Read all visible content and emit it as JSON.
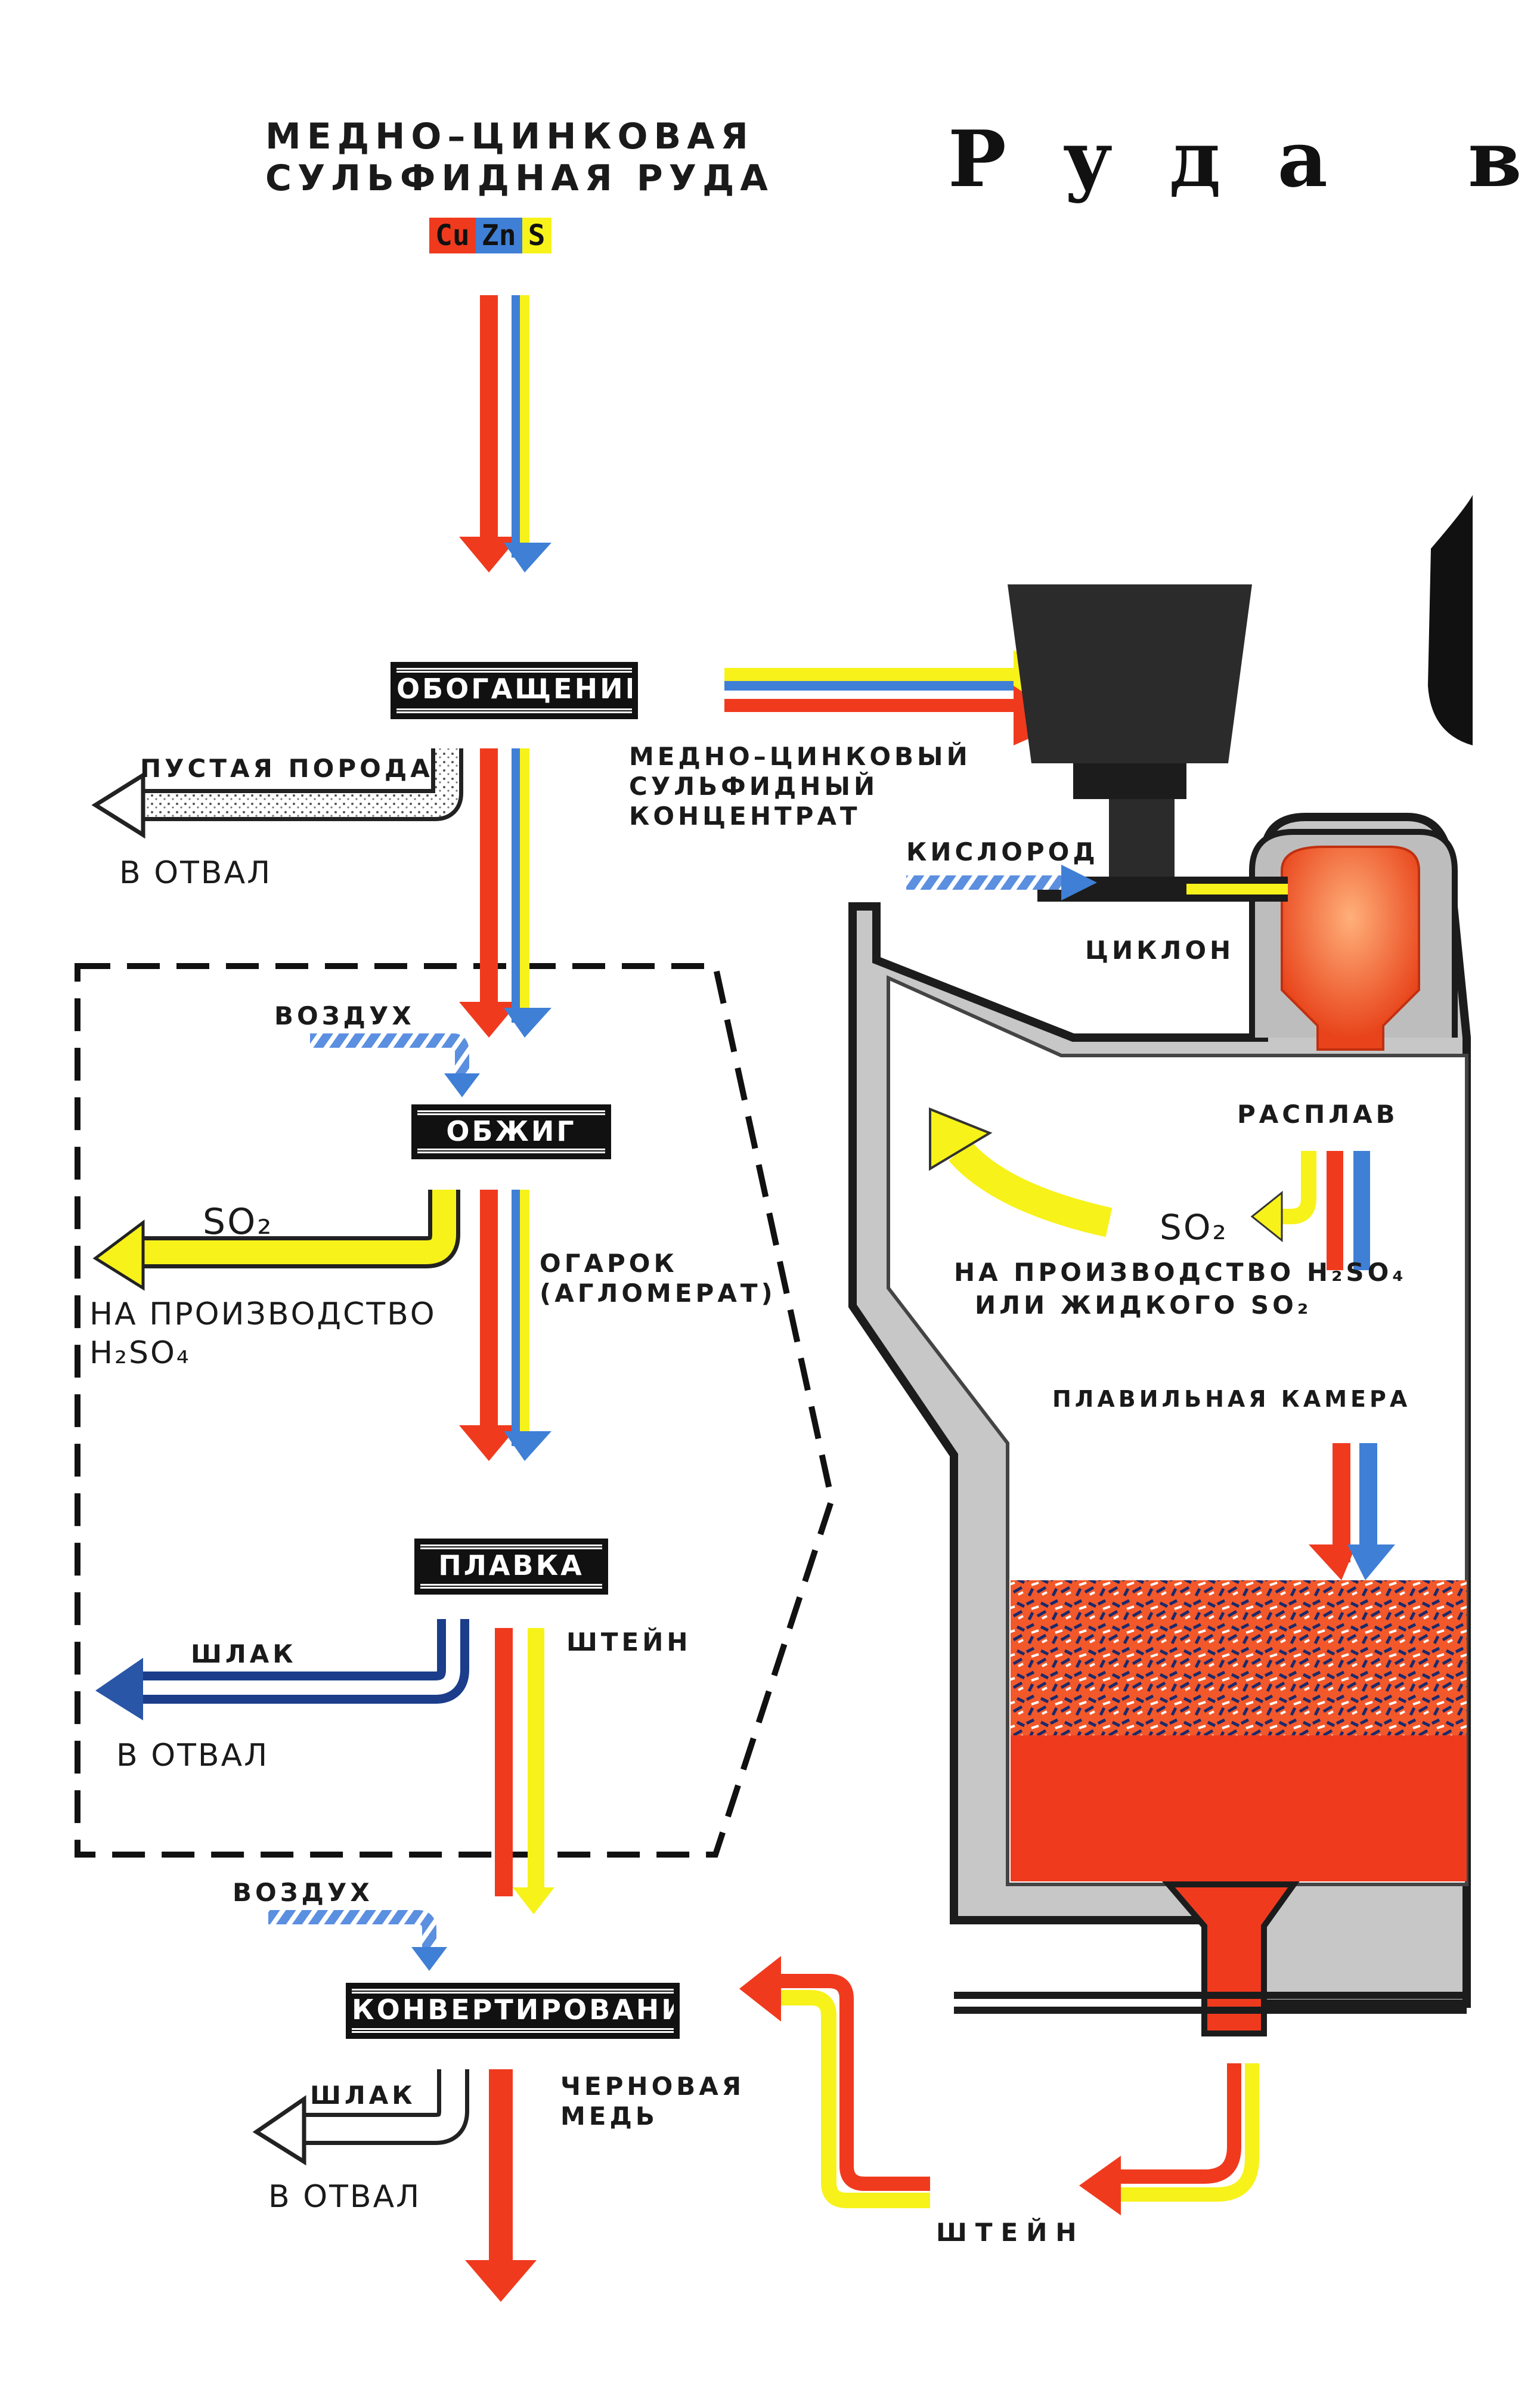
{
  "title": "Руда в",
  "ore": {
    "line1": "МЕДНО–ЦИНКОВАЯ",
    "line2": "СУЛЬФИДНАЯ  РУДА",
    "elements": [
      {
        "symbol": "Cu",
        "color": "#f03a1e"
      },
      {
        "symbol": "Zn",
        "color": "#3f7fd6"
      },
      {
        "symbol": "S",
        "color": "#f7f21a"
      }
    ]
  },
  "stages": {
    "beneficiation": "ОБОГАЩЕНИЕ",
    "roasting": "ОБЖИГ",
    "smelting": "ПЛАВКА",
    "converting": "КОНВЕРТИРОВАНИЕ"
  },
  "labels": {
    "gangue": "ПУСТАЯ  ПОРОДА",
    "to_dump_1": "В ОТВАЛ",
    "concentrate_1": "МЕДНО–ЦИНКОВЫЙ",
    "concentrate_2": "СУЛЬФИДНЫЙ",
    "concentrate_3": "КОНЦЕНТРАТ",
    "air_1": "ВОЗДУХ",
    "so2_left": "SO₂",
    "for_production": "НА ПРОИЗВОДСТВО",
    "h2so4": "H₂SO₄",
    "cinder_1": "ОГАРОК",
    "cinder_2": "(АГЛОМЕРАТ)",
    "slag_1": "ШЛАК",
    "to_dump_2": "В ОТВАЛ",
    "matte_1": "ШТЕЙН",
    "air_2": "ВОЗДУХ",
    "slag_2": "ШЛАК",
    "to_dump_3": "В ОТВАЛ",
    "blister_1": "ЧЕРНОВАЯ",
    "blister_2": "МЕДЬ",
    "oxygen": "КИСЛОРОД",
    "cyclone": "ЦИКЛОН",
    "melt": "РАСПЛАВ",
    "so2_right": "SO₂",
    "right_production_1": "НА ПРОИЗВОДСТВО H₂SO₄",
    "right_production_2": "ИЛИ ЖИДКОГО SO₂",
    "melting_chamber": "ПЛАВИЛЬНАЯ КАМЕРА",
    "matte_2": "ШТЕЙН"
  },
  "colors": {
    "copper": "#f03a1e",
    "zinc": "#3f7fd6",
    "sulfur": "#f7f21a",
    "slag": "#2a56a8",
    "furnace_wall": "#9a9a9a",
    "furnace_fill": "#dcdcdc",
    "dark": "#1c1c1c"
  }
}
